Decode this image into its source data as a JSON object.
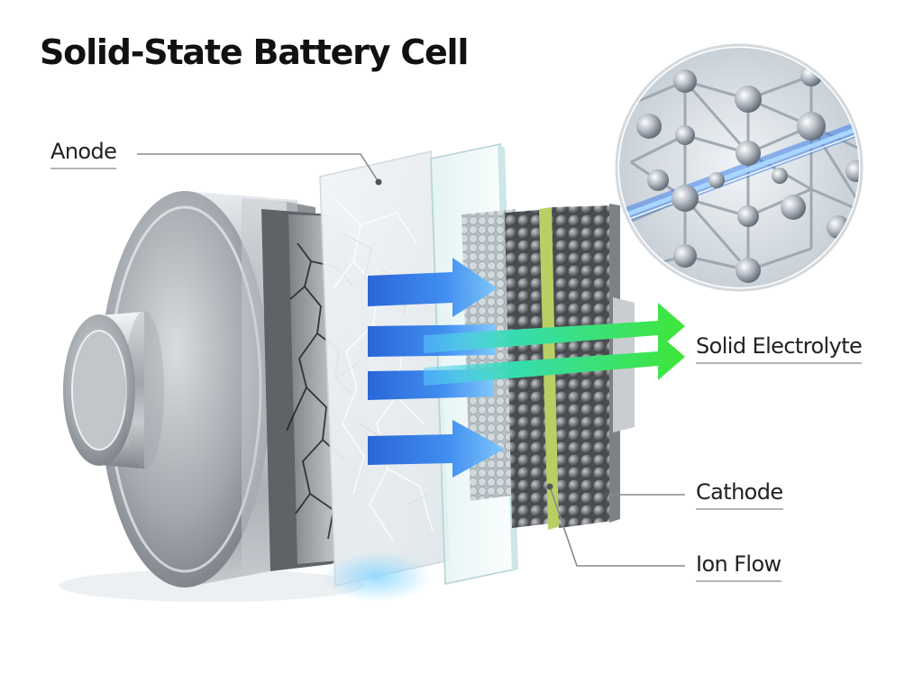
{
  "title": "Solid-State Battery Cell",
  "labels": {
    "anode": "Anode",
    "solid_electrolyte": "Solid Electrolyte",
    "cathode": "Cathode",
    "ion_flow": "Ion Flow"
  },
  "colors": {
    "metal": "#a9aeb4",
    "ion_arrow_blue": "#2f7de8",
    "electron_arrow_green": "#3fdc3a",
    "leader_line": "#8a8a8a",
    "separator_film": "#b9cf63"
  }
}
